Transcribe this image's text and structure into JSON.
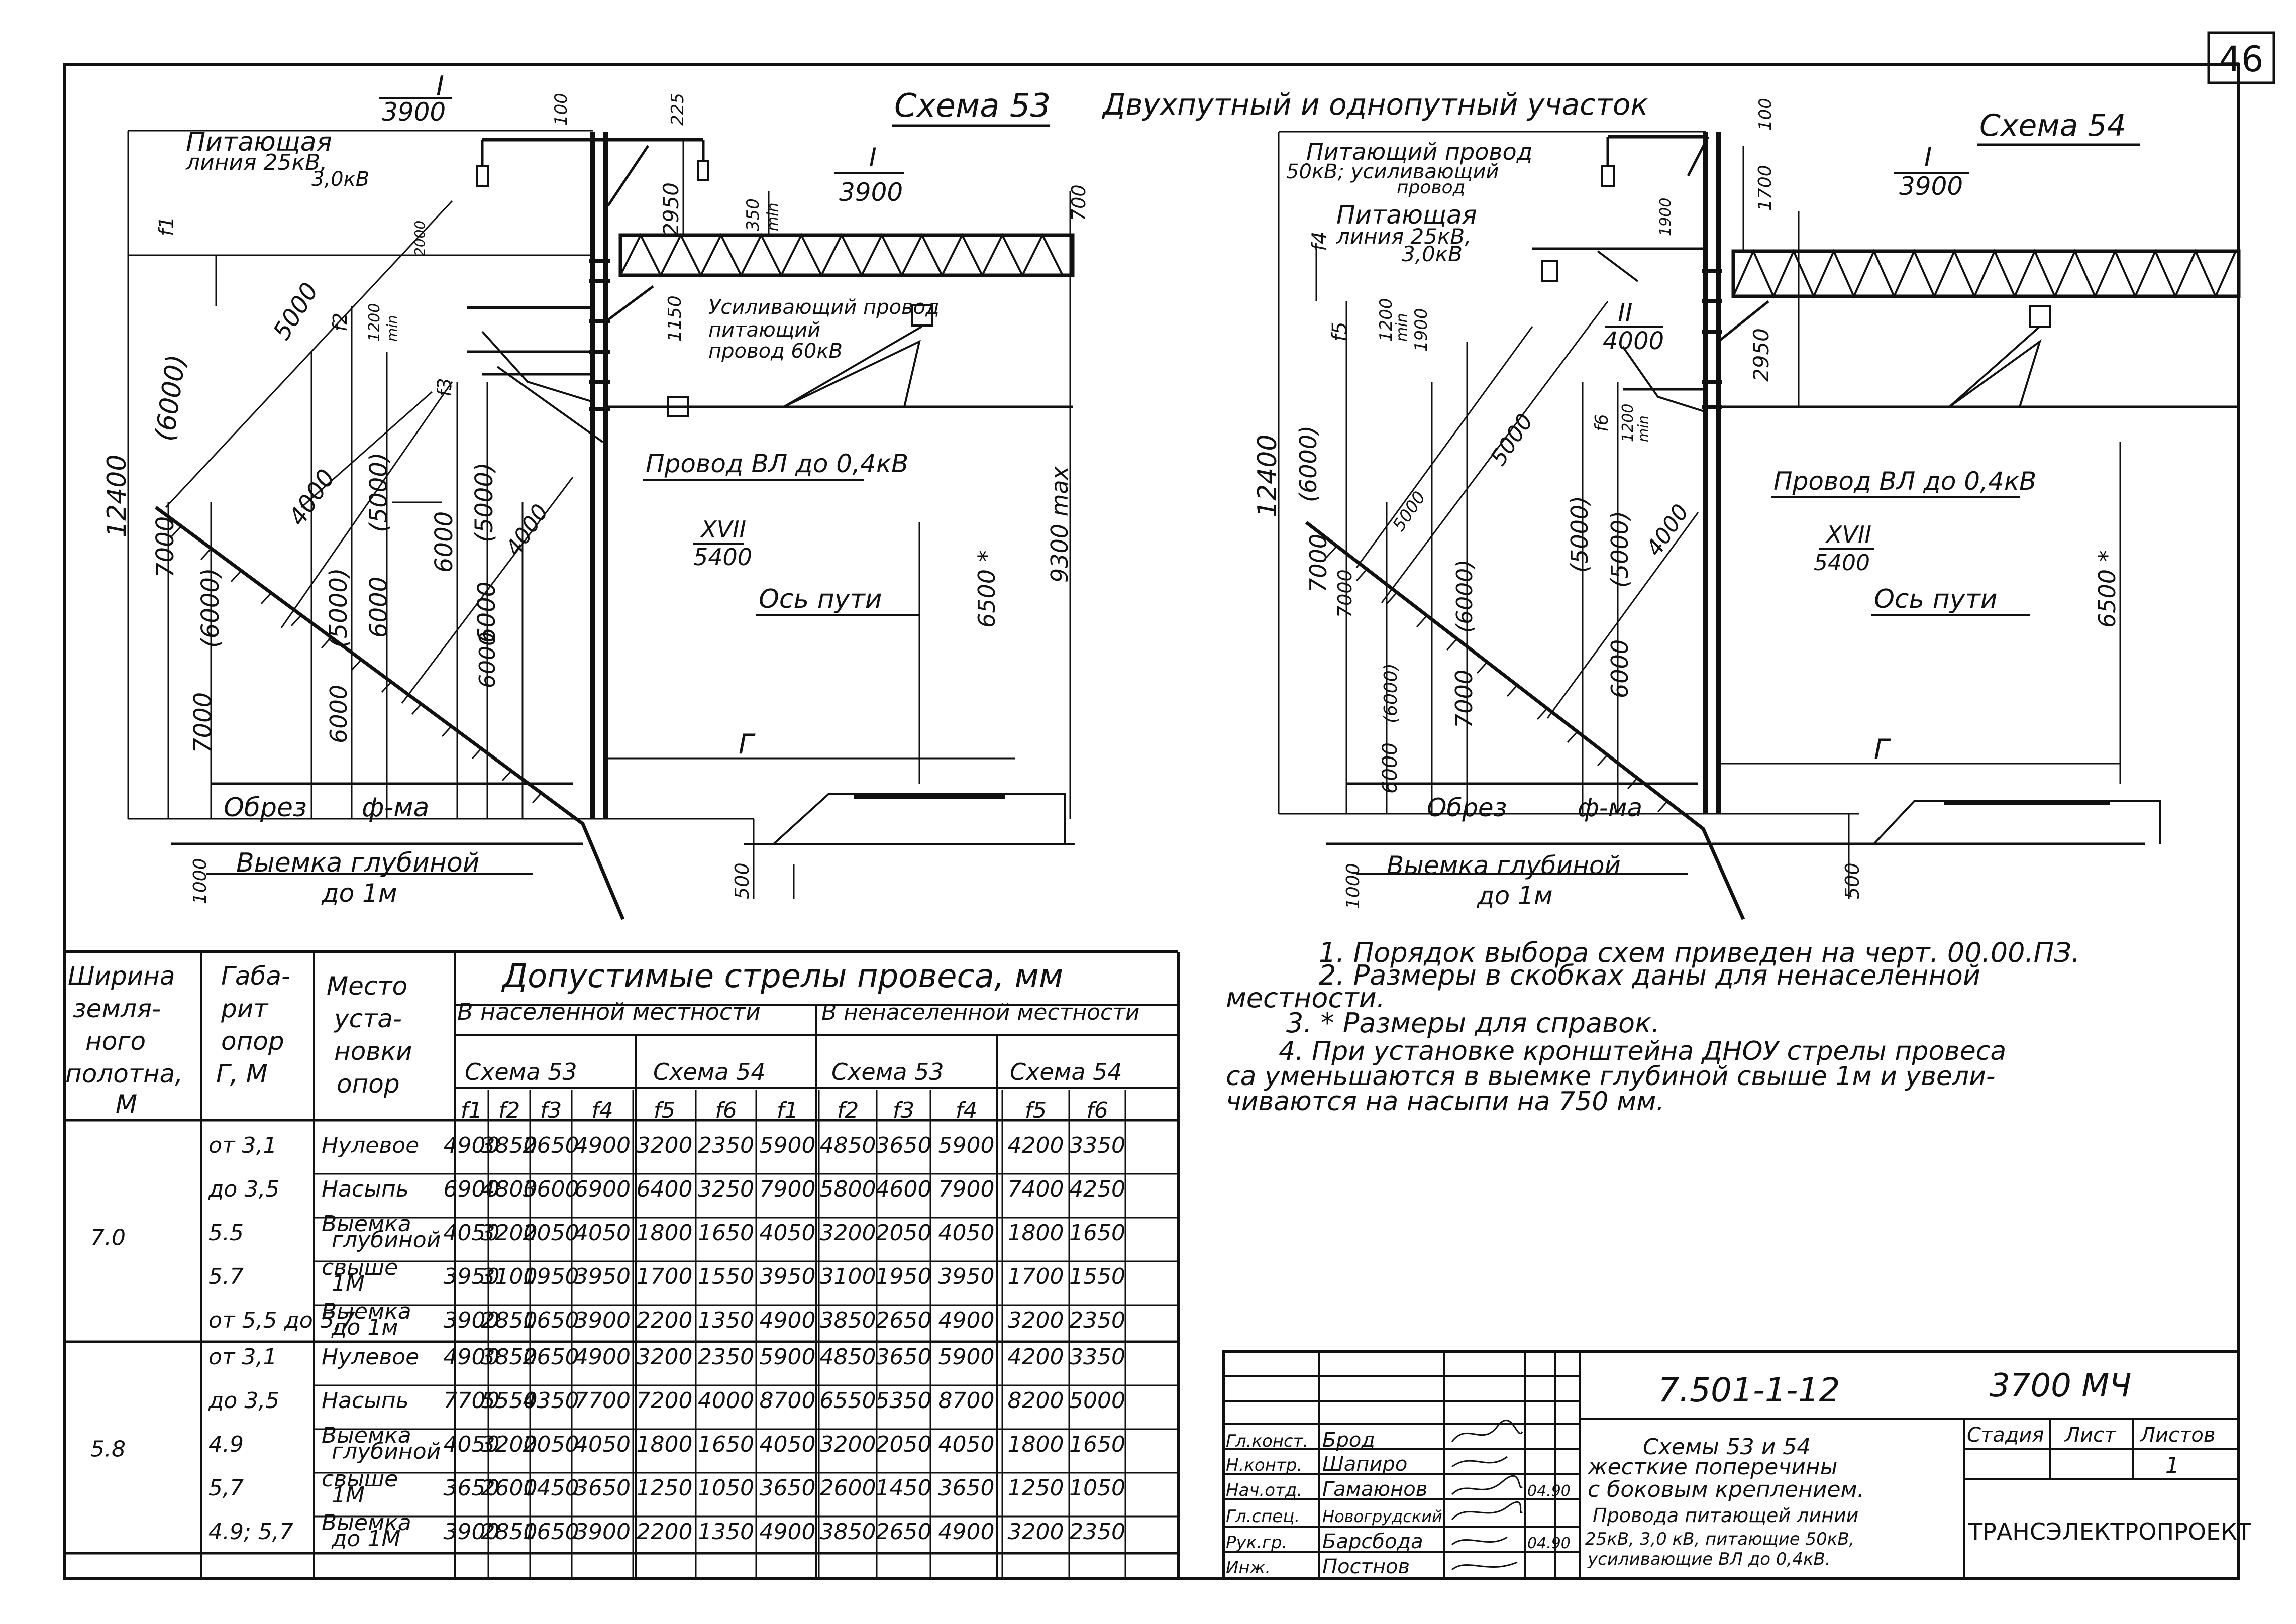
{
  "sheet_number": "46",
  "header_title": "Двухпутный и однопутный участок",
  "scheme53": {
    "title": "Схема 53",
    "top_dim": "3900",
    "top_roman": "I",
    "d100": "100",
    "d225": "225",
    "feeder_label_1": "Питающая",
    "feeder_label_2": "линия 25кВ,",
    "feeder_label_3": "3,0кВ",
    "mark_I_2": "I",
    "dim_3900_2": "3900",
    "d2950": "2950",
    "d350": "350",
    "min1": "min",
    "d700": "700",
    "f1": "f1",
    "d2000": "2000",
    "d5000": "5000",
    "f2": "f2",
    "d1200": "1200",
    "min2": "min",
    "d1150": "1150",
    "reinf_1": "Усиливающий провод",
    "reinf_2": "питающий",
    "reinf_3": "провод 60кВ",
    "f3": "f3",
    "d12400": "12400",
    "d6000p": "(6000)",
    "d4000a": "4000",
    "d4000b": "4000",
    "d7000": "7000",
    "d6000p2": "(6000)",
    "d5000p": "(5000)",
    "d6000a": "6000",
    "d5000p2": "(5000)",
    "d5000p3": "(5000)",
    "d6000b": "6000",
    "d6000c": "6000",
    "d6000d": "6000",
    "d7000b": "7000",
    "d6000e": "6000",
    "vl_label": "Провод ВЛ до 0,4кВ",
    "roman17": "XVII",
    "d5400": "5400",
    "d9300": "9300 max",
    "axis": "Ось пути",
    "d6500": "6500 *",
    "gamma": "Г",
    "obrez": "Обрез",
    "fma": "ф-ма",
    "d1000": "1000",
    "cut_1": "Выемка глубиной",
    "cut_2": "до 1м",
    "d500": "500"
  },
  "scheme54": {
    "title": "Схема 54",
    "top_roman": "I",
    "top_dim": "3900",
    "d100": "100",
    "d1700": "1700",
    "d1900": "1900",
    "feeder_1": "Питающий провод",
    "feeder_2": "50кВ; усиливающий",
    "feeder_3": "провод",
    "line_1": "Питающая",
    "line_2": "линия 25кВ,",
    "line_3": "3,0кВ",
    "f4": "f4",
    "f5": "f5",
    "d1200": "1200",
    "min1": "min",
    "d1900b": "1900",
    "mark_II": "II",
    "d4000": "4000",
    "d2950": "2950",
    "f6": "f6",
    "d1200b": "1200",
    "min2": "min",
    "d12400": "12400",
    "d6000p": "(6000)",
    "d5000": "5000",
    "d5000b": "5000",
    "d7000": "7000",
    "d6000p2": "(6000)",
    "d5000p": "(5000)",
    "d5000p2": "(5000)",
    "d4000b": "4000",
    "d7000b": "7000",
    "d6000p3": "(6000)",
    "d6000a": "6000",
    "d7000c": "7000",
    "d6000b": "6000",
    "vl_label": "Провод ВЛ до 0,4кВ",
    "roman17": "XVII",
    "d5400": "5400",
    "axis": "Ось пути",
    "d6500": "6500 *",
    "gamma": "Г",
    "obrez": "Обрез",
    "fma": "ф-ма",
    "d1000": "1000",
    "cut_1": "Выемка глубиной",
    "cut_2": "до 1м",
    "d500": "500"
  },
  "notes": [
    "1. Порядок выбора схем приведен на черт. 00.00.ПЗ.",
    "2. Размеры в скобках даны для ненаселенной",
    "местности.",
    "3. * Размеры для справок.",
    "4. При установке кронштейна ДНОУ стрелы провеса",
    "са уменьшаются в выемке глубиной свыше 1м и увели-",
    "чиваются на насыпи на 750 мм."
  ],
  "table": {
    "h_width": [
      "Ширина",
      "земля-",
      "ного",
      "полотна,",
      "М"
    ],
    "h_gab": [
      "Габа-",
      "рит",
      "опор",
      "Г, М"
    ],
    "h_place": [
      "Место",
      "уста-",
      "новки",
      "опор"
    ],
    "h_title": "Допустимые стрелы провеса, мм",
    "h_pop": "В населенной местности",
    "h_unpop": "В ненаселенной местности",
    "h_schemes": [
      "Схема 53",
      "Схема 54",
      "Схема 53",
      "Схема 54"
    ],
    "h_cols": [
      "f1",
      "f2",
      "f3",
      "f4",
      "f5",
      "f6",
      "f1",
      "f2",
      "f3",
      "f4",
      "f5",
      "f6"
    ],
    "groups": [
      {
        "width": "7.0",
        "rows": [
          {
            "gab": "от 3,1",
            "place": [
              "Нулевое"
            ],
            "v": [
              "4900",
              "3850",
              "2650",
              "4900",
              "3200",
              "2350",
              "5900",
              "4850",
              "3650",
              "5900",
              "4200",
              "3350"
            ]
          },
          {
            "gab": "до 3,5",
            "place": [
              "Насыпь"
            ],
            "v": [
              "6900",
              "4800",
              "3600",
              "6900",
              "6400",
              "3250",
              "7900",
              "5800",
              "4600",
              "7900",
              "7400",
              "4250"
            ]
          },
          {
            "gab": "5.5",
            "place": [
              "Выемка",
              "глубиной"
            ],
            "v": [
              "4050",
              "3200",
              "2050",
              "4050",
              "1800",
              "1650",
              "4050",
              "3200",
              "2050",
              "4050",
              "1800",
              "1650"
            ]
          },
          {
            "gab": "5.7",
            "place": [
              "свыше",
              "1М"
            ],
            "v": [
              "3950",
              "3100",
              "1950",
              "3950",
              "1700",
              "1550",
              "3950",
              "3100",
              "1950",
              "3950",
              "1700",
              "1550"
            ]
          },
          {
            "gab": "от 5,5 до 5,7",
            "place": [
              "Выемка",
              "до 1м"
            ],
            "v": [
              "3900",
              "2850",
              "1650",
              "3900",
              "2200",
              "1350",
              "4900",
              "3850",
              "2650",
              "4900",
              "3200",
              "2350"
            ]
          }
        ]
      },
      {
        "width": "5.8",
        "rows": [
          {
            "gab": "от 3,1",
            "place": [
              "Нулевое"
            ],
            "v": [
              "4900",
              "3850",
              "2650",
              "4900",
              "3200",
              "2350",
              "5900",
              "4850",
              "3650",
              "5900",
              "4200",
              "3350"
            ]
          },
          {
            "gab": "до 3,5",
            "place": [
              "Насыпь"
            ],
            "v": [
              "7700",
              "5550",
              "4350",
              "7700",
              "7200",
              "4000",
              "8700",
              "6550",
              "5350",
              "8700",
              "8200",
              "5000"
            ]
          },
          {
            "gab": "4.9",
            "place": [
              "Выемка",
              "глубиной"
            ],
            "v": [
              "4050",
              "3200",
              "2050",
              "4050",
              "1800",
              "1650",
              "4050",
              "3200",
              "2050",
              "4050",
              "1800",
              "1650"
            ]
          },
          {
            "gab": "5,7",
            "place": [
              "свыше",
              "1М"
            ],
            "v": [
              "3650",
              "2600",
              "1450",
              "3650",
              "1250",
              "1050",
              "3650",
              "2600",
              "1450",
              "3650",
              "1250",
              "1050"
            ]
          },
          {
            "gab": "4.9; 5,7",
            "place": [
              "Выемка",
              "до 1М"
            ],
            "v": [
              "3900",
              "2850",
              "1650",
              "3900",
              "2200",
              "1350",
              "4900",
              "3850",
              "2650",
              "4900",
              "3200",
              "2350"
            ]
          }
        ]
      }
    ]
  },
  "stamp": {
    "doc_code": "7.501-1-12",
    "sheet_code": "3700 МЧ",
    "roles": [
      "Гл.конст.",
      "Н.контр.",
      "Нач.отд.",
      "Гл.спец.",
      "Рук.гр.",
      "Инж."
    ],
    "names": [
      "Брод",
      "Шапиро",
      "Гамаюнов",
      "Новогрудский",
      "Барсбода",
      "Постнов"
    ],
    "dates": [
      "04.90",
      "04.90"
    ],
    "title_lines": [
      "Схемы 53 и 54",
      "жесткие поперечины",
      "с боковым креплением.",
      "Провода питающей линии",
      "25кВ, 3,0 кВ, питающие 50кВ,",
      "усиливающие ВЛ до 0,4кВ."
    ],
    "stage_label": "Стадия",
    "sheet_label": "Лист",
    "sheets_label": "Листов",
    "sheet_value": "1",
    "org": "ТРАНСЭЛЕКТРОПРОЕКТ"
  },
  "colors": {
    "ink": "#111111",
    "paper": "#ffffff"
  }
}
